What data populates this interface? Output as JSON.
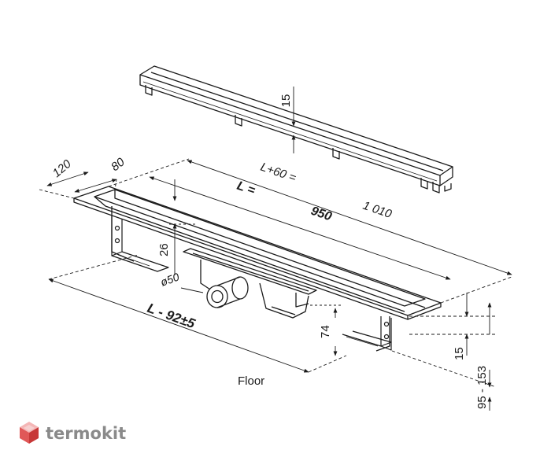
{
  "labels": {
    "grate_height": "15",
    "length_plus": "L+60 =",
    "length_l": "L =",
    "width_120": "120",
    "width_80": "80",
    "total_length": "1 010",
    "length_value": "950",
    "depth_26": "26",
    "outlet_dia": "ø50",
    "fixing_length": "L - 92±5",
    "outlet_height": "74",
    "rim_15": "15",
    "range_upper": "95 - 153",
    "floor": "Floor"
  },
  "logo": {
    "brand": "termokit",
    "hex_colors": [
      "#f4b6b6",
      "#e05858",
      "#c73838",
      "#f7d0d0"
    ]
  },
  "colors": {
    "line": "#1a1a1a",
    "logo_text": "#8a8a8a"
  }
}
